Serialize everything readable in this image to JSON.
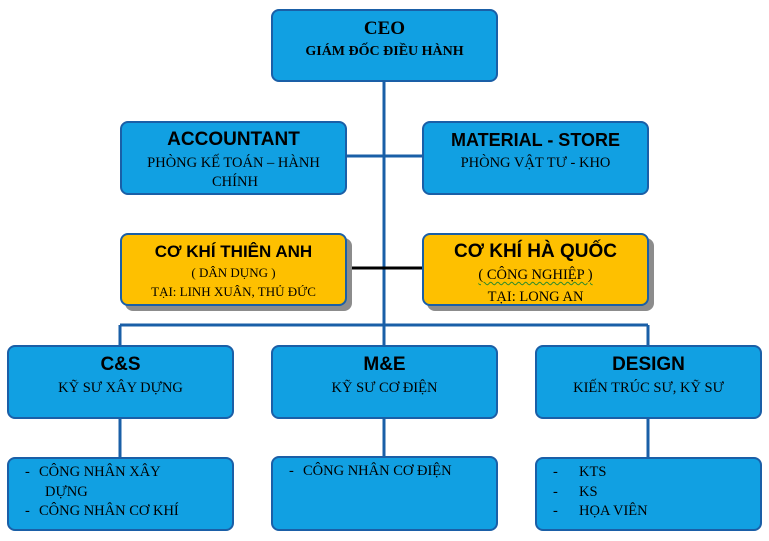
{
  "ceo": {
    "title": "CEO",
    "subtitle": "GIÁM ĐỐC ĐIỀU HÀNH"
  },
  "accountant": {
    "title": "ACCOUNTANT",
    "subtitle_1": "PHÒNG KẾ TOÁN – HÀNH",
    "subtitle_2": "CHÍNH"
  },
  "material": {
    "title": "MATERIAL - STORE",
    "subtitle": "PHÒNG VẬT TƯ - KHO"
  },
  "thien_anh": {
    "title": "CƠ KHÍ THIÊN ANH",
    "type": "( DÂN DỤNG )",
    "location": "TẠI: LINH XUÂN, THỦ ĐỨC"
  },
  "ha_quoc": {
    "title": "CƠ KHÍ HÀ QUỐC",
    "type": "( CÔNG NGHIỆP )",
    "location": "TẠI: LONG AN"
  },
  "cs": {
    "title": "C&S",
    "subtitle": "KỸ SƯ XÂY DỰNG",
    "items": [
      "CÔNG NHÂN XÂY",
      "DỰNG",
      "CÔNG NHÂN CƠ KHÍ"
    ]
  },
  "me": {
    "title": "M&E",
    "subtitle": "KỸ SƯ CƠ ĐIỆN",
    "items": [
      "CÔNG NHÂN CƠ ĐIỆN"
    ]
  },
  "design": {
    "title": "DESIGN",
    "subtitle": "KIẾN TRÚC SƯ, KỸ SƯ",
    "items": [
      "KTS",
      "KS",
      "HỌA VIÊN"
    ]
  },
  "dash": "-",
  "colors": {
    "box": "#11a0e2",
    "border": "#1a5fa7",
    "gold": "#fec000",
    "line": "#1a5fa7"
  }
}
